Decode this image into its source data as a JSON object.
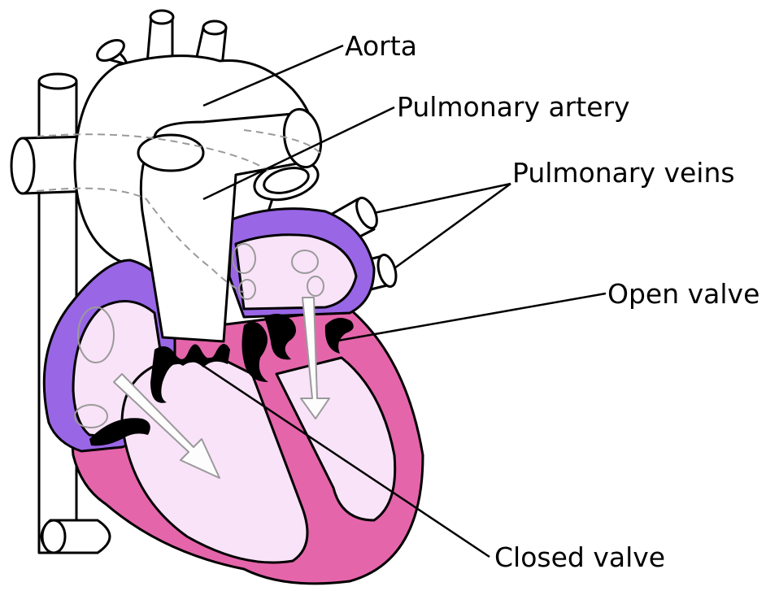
{
  "labels": {
    "aorta": "Aorta",
    "pulmonary_artery": "Pulmonary artery",
    "pulmonary_veins": "Pulmonary veins",
    "open_valve": "Open valve",
    "closed_valve": "Closed valve"
  },
  "colors": {
    "chamber_fill": "#f9e3f8",
    "atrium_wall": "#9966e6",
    "ventricle_wall": "#e565ab",
    "vessel_fill": "#ffffff",
    "outline": "#000000",
    "flow_arrow_outline": "#9a9a9a"
  }
}
